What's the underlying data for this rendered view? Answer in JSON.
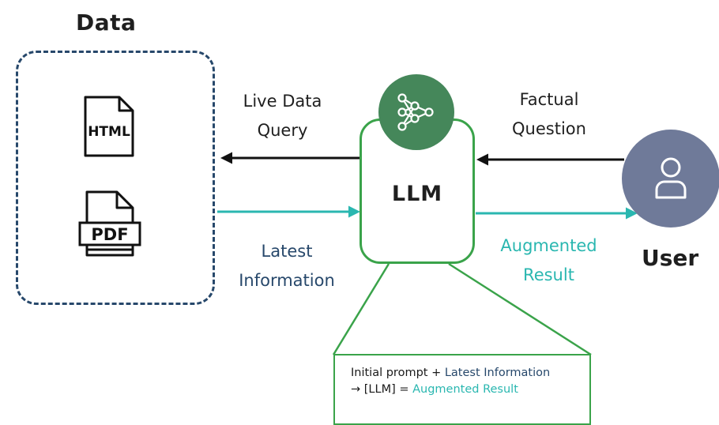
{
  "data_block": {
    "title": "Data"
  },
  "documents": [
    {
      "label": "HTML",
      "icon": "html-file-icon"
    },
    {
      "label": "PDF",
      "icon": "pdf-file-icon"
    }
  ],
  "llm": {
    "label": "LLM",
    "icon": "neural-network-icon"
  },
  "user": {
    "label": "User",
    "icon": "user-icon"
  },
  "edges": {
    "query": {
      "line1": "Live Data",
      "line2": "Query",
      "color": "#000000"
    },
    "factual": {
      "line1": "Factual",
      "line2": "Question",
      "color": "#000000"
    },
    "latest": {
      "line1": "Latest",
      "line2": "Information",
      "color": "#27486b"
    },
    "augmented": {
      "line1": "Augmented",
      "line2": "Result",
      "color": "#2ab7b0"
    }
  },
  "zoom": {
    "line1_prefix": "Initial prompt + ",
    "line1_highlight": "Latest Information",
    "line2_prefix": "→ [LLM] = ",
    "line2_highlight": "Augmented Result"
  },
  "colors": {
    "data_border": "#27486b",
    "llm_border": "#3aa34a",
    "network_fill": "#45875a",
    "user_fill": "#6f7a99",
    "teal": "#2ab7b0",
    "navy": "#27486b"
  }
}
